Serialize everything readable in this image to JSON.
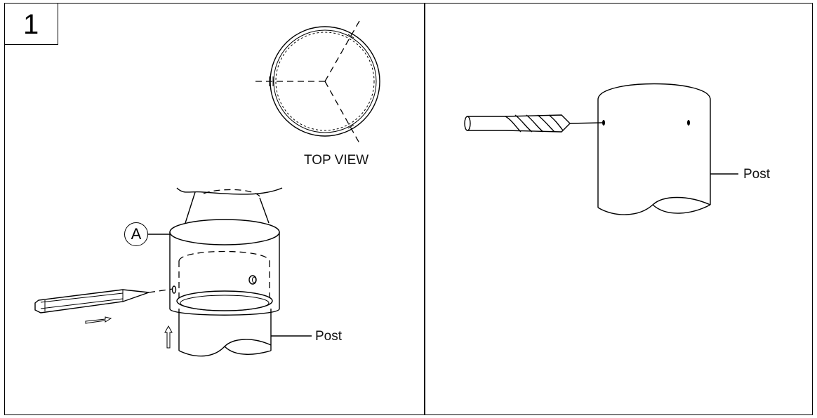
{
  "step": {
    "number": "1"
  },
  "left_panel": {
    "top_view_label": "TOP VIEW",
    "callout": "A",
    "post_label": "Post"
  },
  "right_panel": {
    "post_label": "Post"
  }
}
